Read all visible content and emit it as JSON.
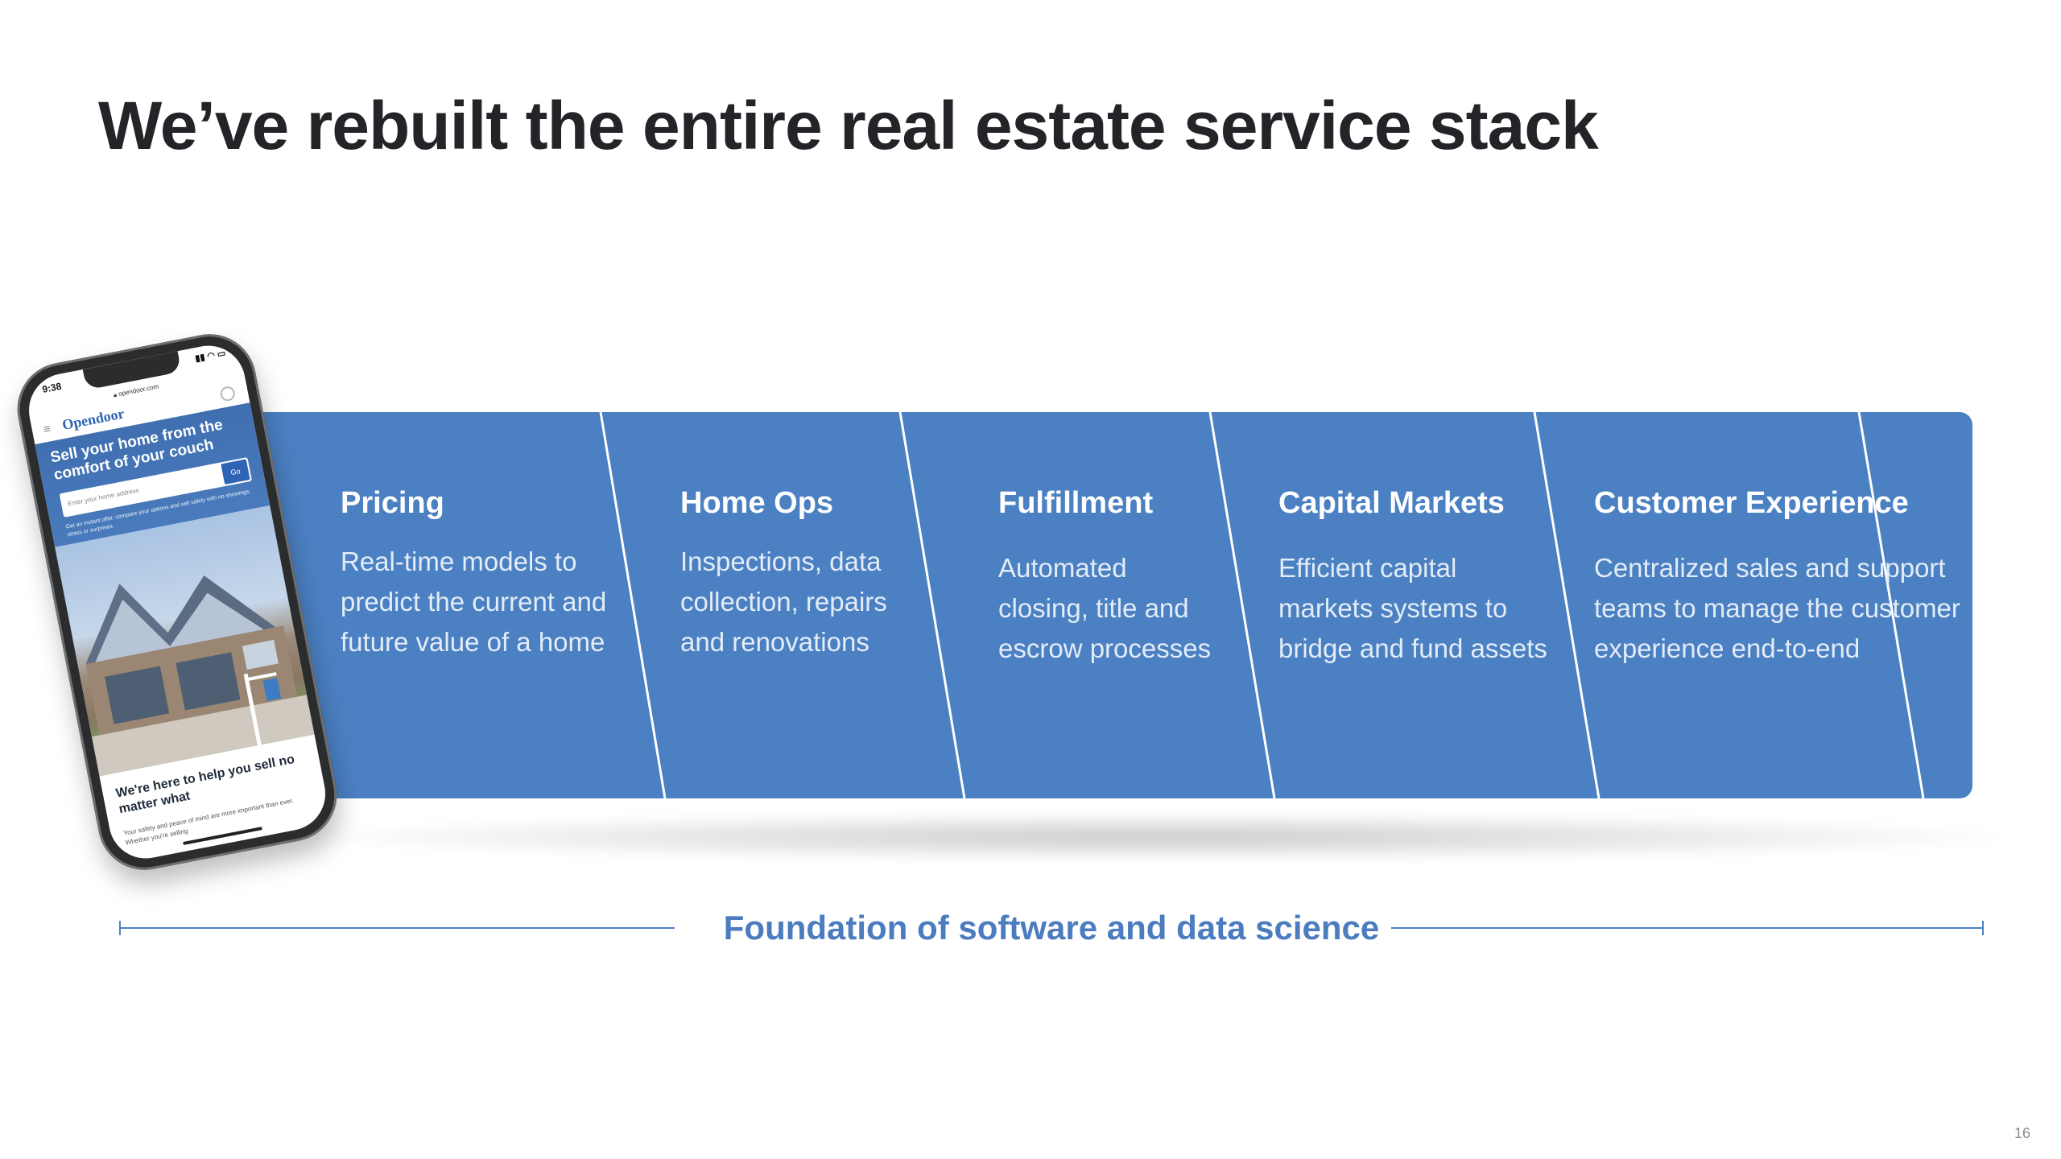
{
  "slide": {
    "title": "We’ve rebuilt the entire real estate service stack",
    "page_number": "16"
  },
  "colors": {
    "band": "#4b80c2",
    "title": "#222428",
    "foundation": "#4a7cbf",
    "page_background": "#ffffff"
  },
  "pillars": [
    {
      "title": "Pricing",
      "description": "Real-time models to\npredict the current and\nfuture value of a home"
    },
    {
      "title": "Home Ops",
      "description": "Inspections, data\ncollection, repairs\nand renovations"
    },
    {
      "title": "Fulfillment",
      "description": "Automated\nclosing, title and\nescrow processes"
    },
    {
      "title": "Capital Markets",
      "description": "Efficient capital\nmarkets systems to\nbridge and fund assets"
    },
    {
      "title": "Customer Experience",
      "description": "Centralized sales and support\nteams to manage the customer\nexperience end-to-end"
    }
  ],
  "foundation": {
    "label": "Foundation of software and data science"
  },
  "phone": {
    "time": "9:38",
    "url": "opendoor.com",
    "brand": "Opendoor",
    "hero_headline": "Sell your home from the comfort of your couch",
    "address_placeholder": "Enter your home address",
    "go_button": "Go",
    "hero_subtext": "Get an instant offer, compare your options and sell safely with no showings, stress or surprises.",
    "section_headline": "We're here to help you sell no matter what",
    "section_body": "Your safety and peace of mind are more important than ever. Whether you're selling"
  }
}
